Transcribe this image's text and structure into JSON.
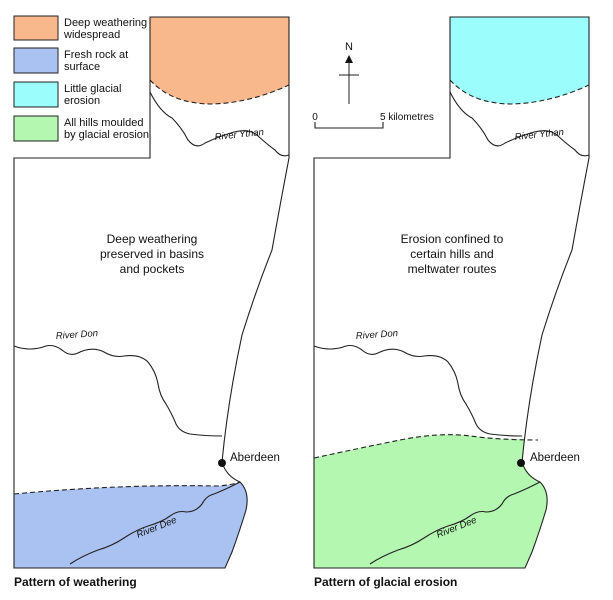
{
  "legend": {
    "items": [
      {
        "lines": [
          "Deep weathering",
          "widespread"
        ],
        "color": "#f8b88c"
      },
      {
        "lines": [
          "Fresh rock at",
          "surface"
        ],
        "color": "#a9c2f2"
      },
      {
        "lines": [
          "Little glacial",
          "erosion"
        ],
        "color": "#9cfdfd"
      },
      {
        "lines": [
          "All hills moulded",
          "by glacial erosion"
        ],
        "color": "#b3f7b0"
      }
    ]
  },
  "north_arrow": {
    "label": "N"
  },
  "scale_bar": {
    "start": "0",
    "end": "5 kilometres"
  },
  "map_left": {
    "center_text": [
      "Deep weathering",
      "preserved in basins",
      "and pockets"
    ],
    "caption": "Pattern of weathering",
    "top_color": "#f8b88c",
    "bottom_color": "#a9c2f2"
  },
  "map_right": {
    "center_text": [
      "Erosion confined to",
      "certain hills and",
      "meltwater routes"
    ],
    "caption": "Pattern of glacial erosion",
    "top_color": "#9cfdfd",
    "bottom_color": "#b3f7b0"
  },
  "rivers": {
    "ythan": "River Ythan",
    "don": "River Don",
    "dee": "River Dee"
  },
  "city": "Aberdeen"
}
